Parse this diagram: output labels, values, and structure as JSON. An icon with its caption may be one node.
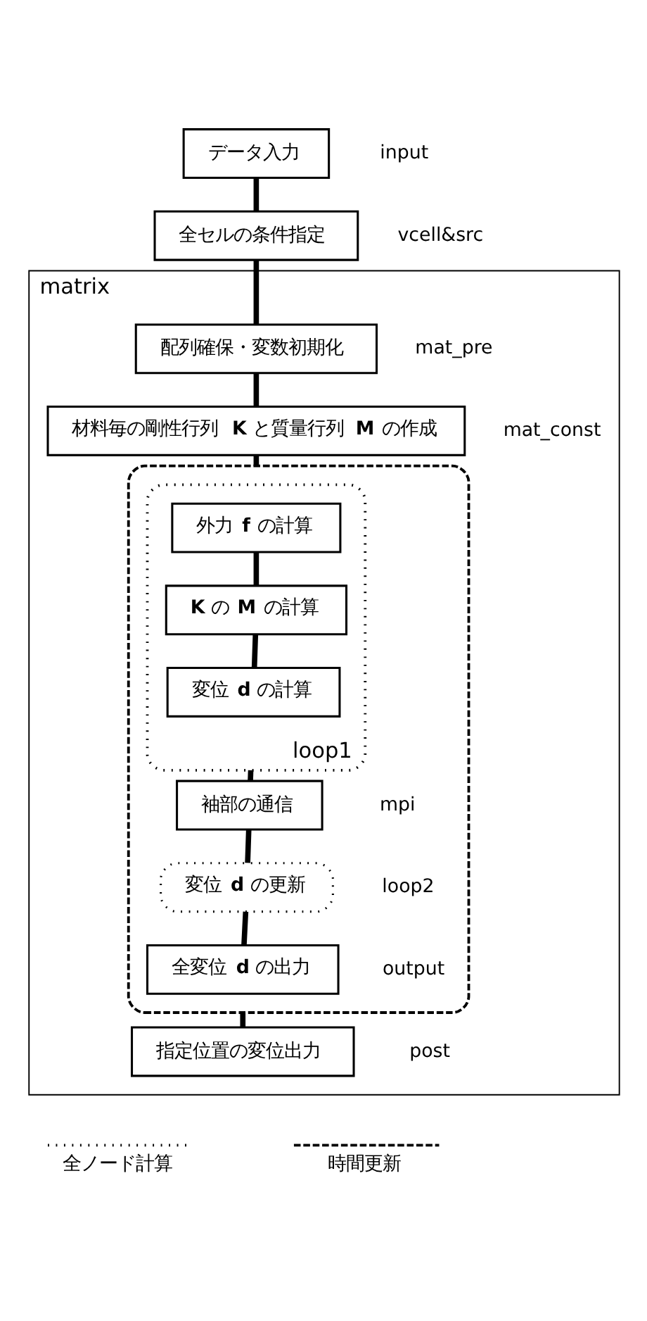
{
  "diagram": {
    "nodes": [
      {
        "text": [
          "データ入力"
        ],
        "beside": [
          "input"
        ]
      },
      {
        "text": [
          "全セルの条件指定"
        ],
        "beside": [
          "vcell&src"
        ]
      },
      {
        "text": [
          "matrix"
        ]
      },
      {
        "text": [
          "配列確保・変数初期化"
        ],
        "beside": [
          "mat_pre"
        ],
        "in": 2
      },
      {
        "text": [
          "材料毎の剛性行列 **K** と質量行列 **M** の作成"
        ],
        "beside": [
          "mat_const"
        ],
        "in": 2
      },
      {
        "text": [],
        "shape": "box",
        "in": 2
      },
      {
        "text": [],
        "shape": "box",
        "beside": [
          "loop1"
        ],
        "in": 5
      },
      {
        "text": [
          "外力 **f** の計算"
        ],
        "in": 6
      },
      {
        "text": [
          "**K** の **M** の計算"
        ],
        "in": 6
      },
      {
        "text": [
          "変位 **d** の計算"
        ],
        "in": 6
      },
      {
        "text": [
          "袖部の通信"
        ],
        "beside": [
          "mpi"
        ],
        "in": 5
      },
      {
        "text": [
          "変位 **d** の更新"
        ],
        "beside": [
          "loop2"
        ],
        "in": 5
      },
      {
        "text": [
          "全変位 **d** の出力"
        ],
        "beside": [
          "output"
        ],
        "in": 5
      },
      {
        "text": [
          "指定位置の変位出力"
        ],
        "beside": [
          "post"
        ],
        "in": 2
      }
    ],
    "edges": [
      {
        "from": 0,
        "to": 1,
        "arrow": "none"
      },
      {
        "from": 1,
        "to": 3,
        "arrow": "none"
      },
      {
        "from": 3,
        "to": 4,
        "arrow": "none"
      },
      {
        "from": 4,
        "to": 5,
        "arrow": "none"
      },
      {
        "from": 7,
        "to": 8,
        "arrow": "none"
      },
      {
        "from": 8,
        "to": 9,
        "arrow": "none"
      },
      {
        "from": 6,
        "to": 10,
        "arrow": "none"
      },
      {
        "from": 10,
        "to": 11,
        "arrow": "none"
      },
      {
        "from": 11,
        "to": 12,
        "arrow": "none"
      },
      {
        "from": 5,
        "to": 13,
        "arrow": "none"
      }
    ],
    "legend": [
      {
        "text": "全ノード計算"
      },
      {
        "text": "時間更新"
      }
    ]
  }
}
